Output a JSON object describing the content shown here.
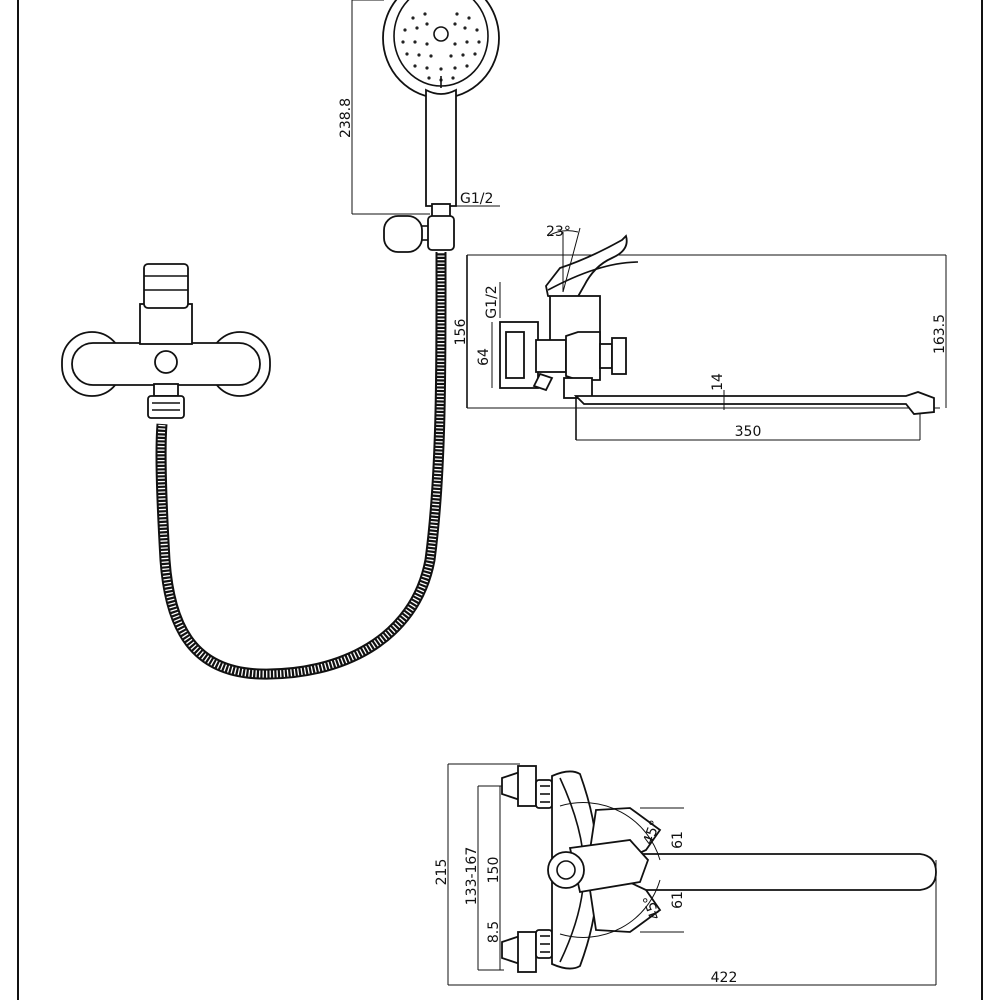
{
  "drawing": {
    "dimensions": {
      "shower_head_height": "238.8",
      "hose_thread": "G1/2",
      "lever_angle": "23°",
      "body_thread": "G1/2",
      "body_height": "156",
      "connection_width": "64",
      "total_height": "163.5",
      "spout_thickness": "14",
      "spout_length": "350",
      "plan_depth": "215",
      "centre_range": "133-167",
      "centre_nominal": "150",
      "eccentric_offset": "8.5",
      "rotation_angle_upper": "45°",
      "rotation_angle_lower": "45°",
      "arc_upper": "61",
      "arc_lower": "61",
      "plan_width": "422"
    }
  }
}
